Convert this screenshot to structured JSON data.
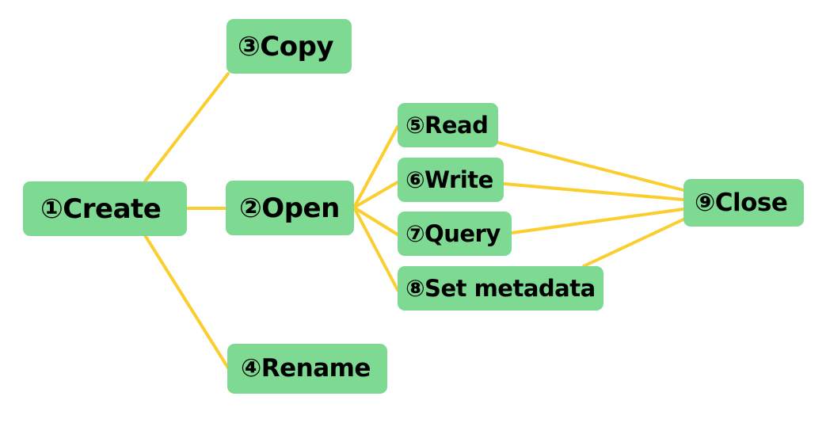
{
  "diagram": {
    "type": "node-link-tree",
    "background_color": "#ffffff",
    "node_color": "#7ed992",
    "edge_color": "#fbce2f",
    "text_color": "#000000",
    "nodes": [
      {
        "id": "1",
        "marker": "①",
        "label": "Create",
        "text": "①Create"
      },
      {
        "id": "2",
        "marker": "②",
        "label": "Open",
        "text": "②Open"
      },
      {
        "id": "3",
        "marker": "③",
        "label": "Copy",
        "text": "③Copy"
      },
      {
        "id": "4",
        "marker": "④",
        "label": "Rename",
        "text": "④Rename"
      },
      {
        "id": "5",
        "marker": "⑤",
        "label": "Read",
        "text": "⑤Read"
      },
      {
        "id": "6",
        "marker": "⑥",
        "label": "Write",
        "text": "⑥Write"
      },
      {
        "id": "7",
        "marker": "⑦",
        "label": "Query",
        "text": "⑦Query"
      },
      {
        "id": "8",
        "marker": "⑧",
        "label": "Set metadata",
        "text": "⑧Set metadata"
      },
      {
        "id": "9",
        "marker": "⑨",
        "label": "Close",
        "text": "⑨Close"
      }
    ],
    "edges": [
      {
        "from": "1",
        "to": "3"
      },
      {
        "from": "1",
        "to": "2"
      },
      {
        "from": "1",
        "to": "4"
      },
      {
        "from": "2",
        "to": "5"
      },
      {
        "from": "2",
        "to": "6"
      },
      {
        "from": "2",
        "to": "7"
      },
      {
        "from": "2",
        "to": "8"
      },
      {
        "from": "5",
        "to": "9"
      },
      {
        "from": "6",
        "to": "9"
      },
      {
        "from": "7",
        "to": "9"
      },
      {
        "from": "8",
        "to": "9"
      }
    ]
  }
}
